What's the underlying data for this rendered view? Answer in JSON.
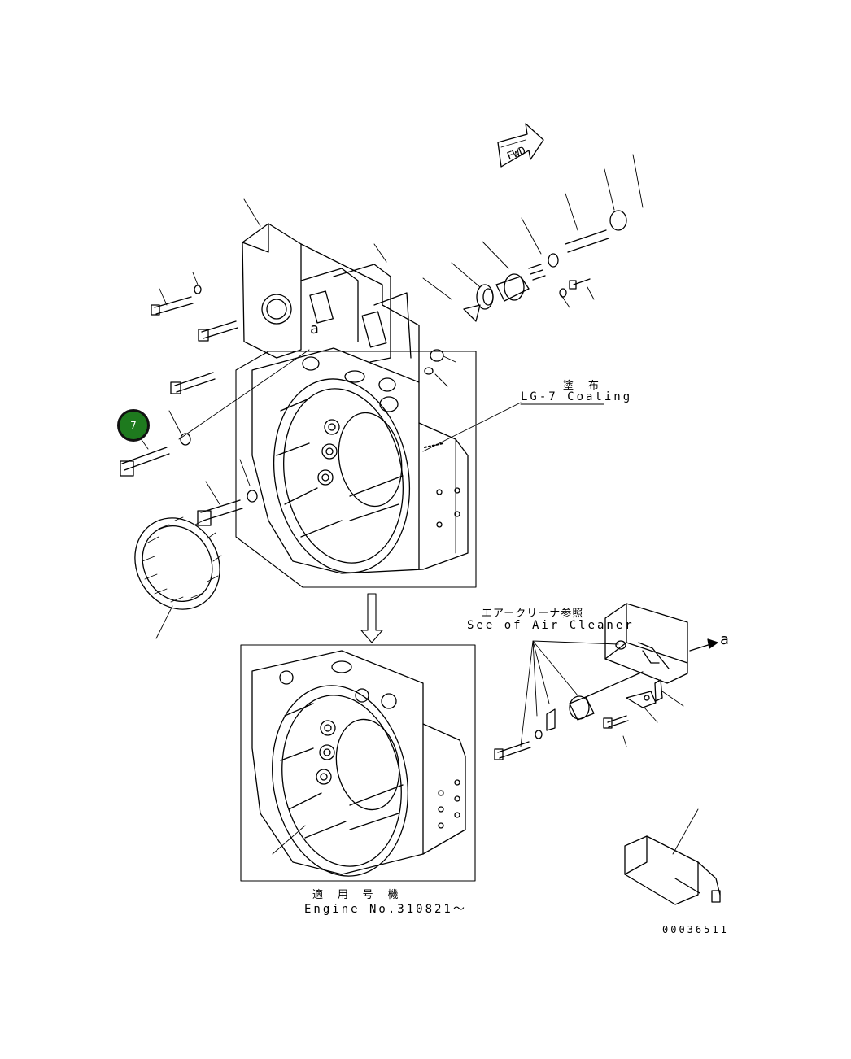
{
  "labels": {
    "fwd": "FWD",
    "coating_jp": "塗 布",
    "coating_en": "LG-7 Coating",
    "air_cleaner_jp": "エアークリーナ参照",
    "air_cleaner_en": "See of Air Cleaner",
    "engine_jp": "適 用 号 機",
    "engine_en": "Engine No.310821～",
    "ref_a1": "a",
    "ref_a2": "a",
    "drawing_no": "00036511"
  },
  "callout": {
    "number": "7",
    "color": "#1e7a1e"
  },
  "colors": {
    "line": "#000000",
    "background": "#ffffff"
  }
}
